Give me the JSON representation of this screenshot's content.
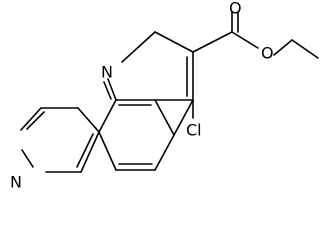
{
  "molecule": {
    "atoms": {
      "n_pyridine_top": "N",
      "n_pyridine_bottom": "N",
      "chlorine": "Cl",
      "carbonyl_oxygen": "O",
      "ester_oxygen": "O"
    }
  },
  "colors": {
    "bond": "#000000",
    "text": "#000000",
    "background": "#ffffff"
  }
}
